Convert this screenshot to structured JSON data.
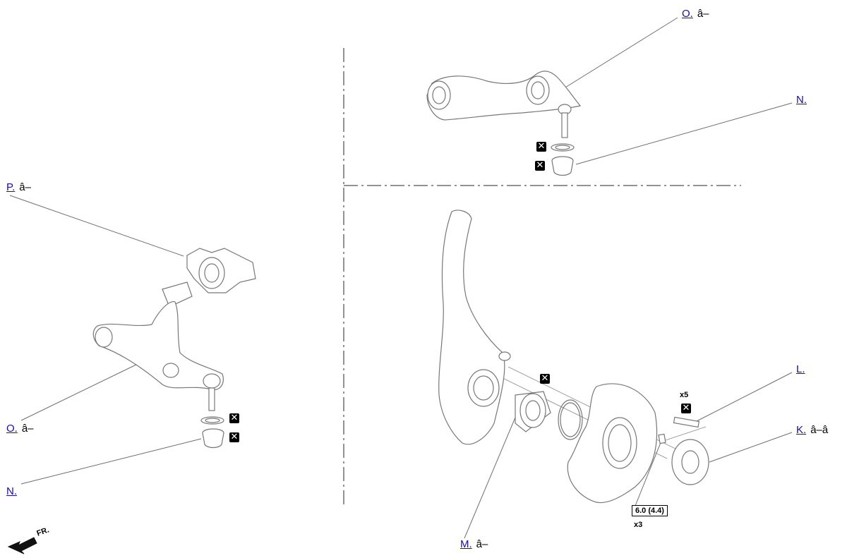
{
  "callouts": {
    "O_top": {
      "label": "O.",
      "suffix": "â–"
    },
    "N_top": {
      "label": "N."
    },
    "P_left": {
      "label": "P.",
      "suffix": "â–"
    },
    "O_left": {
      "label": "O.",
      "suffix": "â–"
    },
    "N_left": {
      "label": "N."
    },
    "L_right": {
      "label": "L."
    },
    "K_right": {
      "label": "K.",
      "suffix": "â–â"
    },
    "M_bottom": {
      "label": "M.",
      "suffix": "â–"
    }
  },
  "markers": {
    "no_reuse_symbol": "✕"
  },
  "labels": {
    "x5": "x5",
    "x3": "x3",
    "torque": "6.0 (4.4)",
    "front": "FR."
  },
  "colors": {
    "line": "#6e6e6e",
    "part_stroke": "#777777",
    "part_fill": "#ffffff",
    "link": "#1a0dab"
  }
}
